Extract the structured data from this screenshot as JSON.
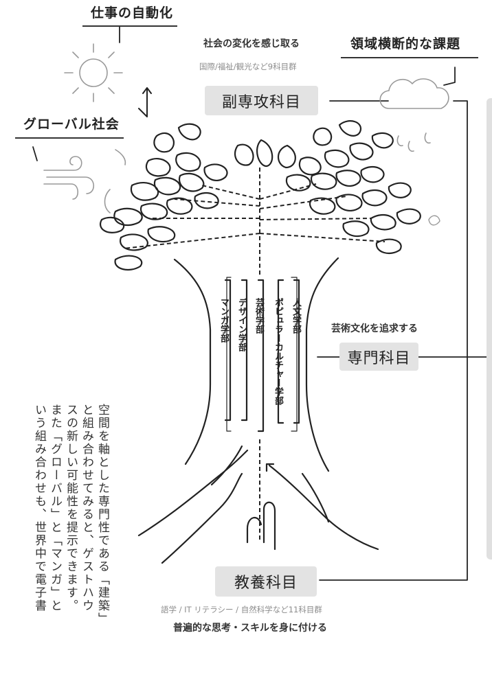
{
  "annotations": {
    "automation": "仕事の自動化",
    "cross_domain": "領域横断的な課題",
    "global_society": "グローバル社会"
  },
  "minor": {
    "caption": "社会の変化を感じ取る",
    "detail": "国際/福祉/観光など9科目群",
    "label": "副専攻科目"
  },
  "major": {
    "caption": "芸術文化を追求する",
    "label": "専門科目"
  },
  "liberal": {
    "label": "教養科目",
    "detail": "語学 / IT リテラシー / 自然科学など11科目群",
    "caption": "普遍的な思考・スキルを身に付ける"
  },
  "faculties": [
    "人文学部",
    "ポピュラーカルチャー学部",
    "芸術学部",
    "デザイン学部",
    "マンガ学部"
  ],
  "body_text": "空間を軸とした専門性である「建築」\nと組み合わせてみると、ゲストハウ\nスの新しい可能性を提示できます。\nまた「グローバル」と「マンガ」と\nいう組み合わせも、世界中で電子書"
}
